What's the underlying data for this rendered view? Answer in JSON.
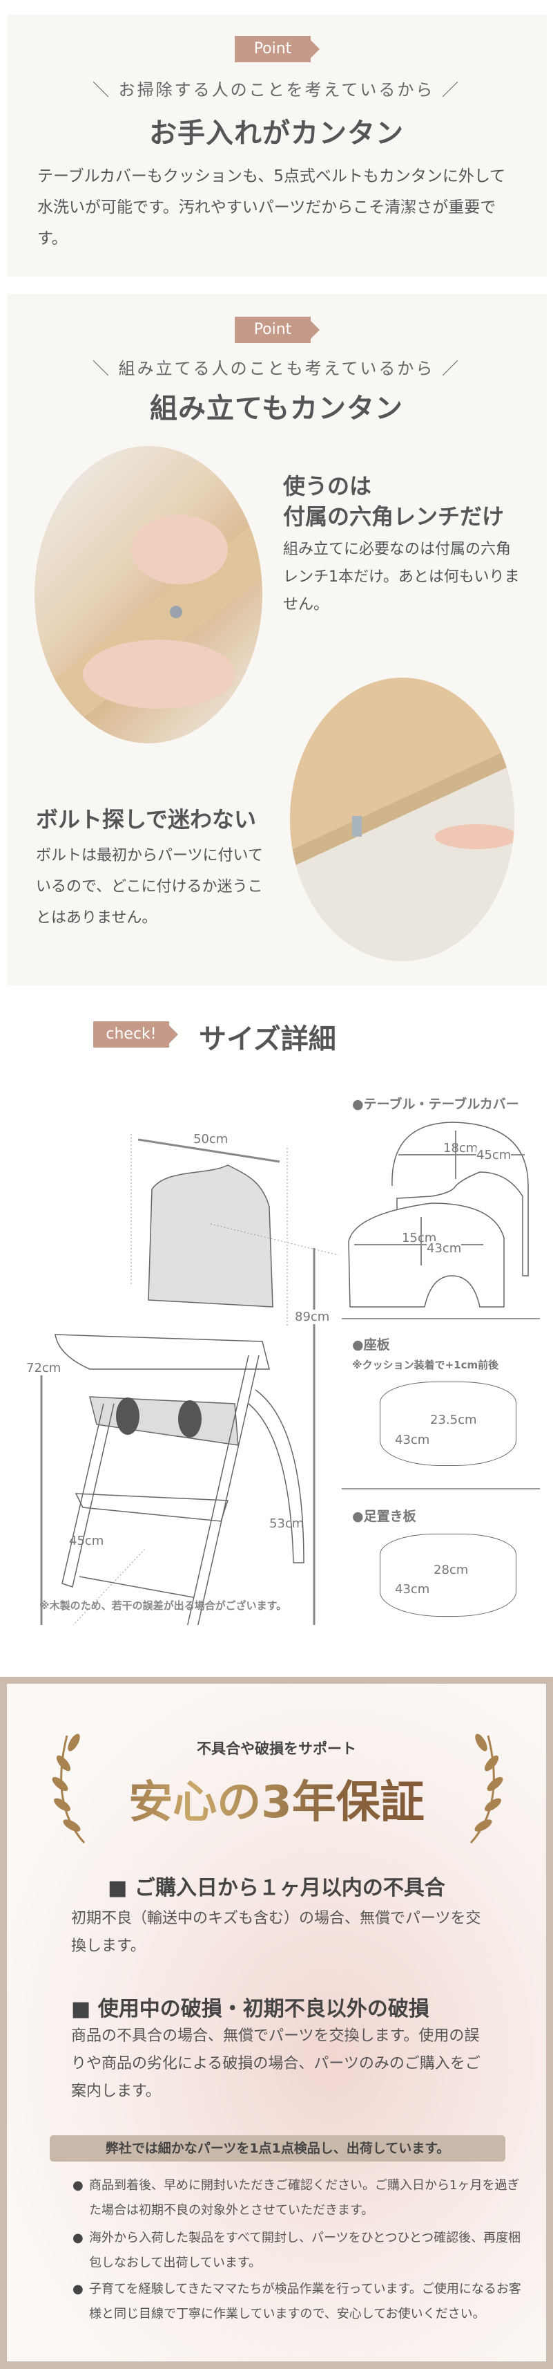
{
  "section_cleaning": {
    "badge": "Point",
    "subtitle": "＼ お掃除する人のことを考えているから ／",
    "title": "お手入れがカンタン",
    "body": "テーブルカバーもクッションも、5点式ベルトもカンタンに外して水洗いが可能です。汚れやすいパーツだからこそ清潔さが重要です。"
  },
  "section_assembly": {
    "badge": "Point",
    "subtitle": "＼ 組み立てる人のことも考えているから ／",
    "title": "組み立てもカンタン",
    "feature1": {
      "heading_line1": "使うのは",
      "heading_line2": "付属の六角レンチだけ",
      "body": "組み立てに必要なのは付属の六角レンチ1本だけ。あとは何もいりません。"
    },
    "feature2": {
      "heading": "ボルト探しで迷わない",
      "body": "ボルトは最初からパーツに付いているので、どこに付けるか迷うことはありません。"
    }
  },
  "size": {
    "badge": "check!",
    "title": "サイズ詳細",
    "chair": {
      "width": "50cm",
      "seat_height": "72cm",
      "height": "89cm",
      "depth_left": "45cm",
      "depth_right": "53cm"
    },
    "table": {
      "heading": "●テーブル・テーブルカバー",
      "cover_depth": "18cm",
      "cover_width": "45cm",
      "table_depth": "15cm",
      "table_width": "43cm"
    },
    "seat": {
      "heading": "●座板",
      "note": "※クッション装着で+1cm前後",
      "depth": "23.5cm",
      "width": "43cm"
    },
    "footrest": {
      "heading": "●足置き板",
      "depth": "28cm",
      "width": "43cm"
    },
    "footnote": "※木製のため、若干の誤差が出る場合がございます。"
  },
  "warranty": {
    "kicker": "不具合や破損をサポート",
    "title": "安心の3年保証",
    "item1": {
      "heading": "■ ご購入日から１ヶ月以内の不具合",
      "body": "初期不良（輸送中のキズも含む）の場合、無償でパーツを交換します。"
    },
    "item2": {
      "heading": "■ 使用中の破損・初期不良以外の破損",
      "body": "商品の不具合の場合、無償でパーツを交換します。使用の誤りや商品の劣化による破損の場合、パーツのみのご購入をご案内します。"
    },
    "banner": "弊社では細かなパーツを1点1点検品し、出荷しています。",
    "bullets": [
      "商品到着後、早めに開封いただきご確認ください。ご購入日から1ヶ月を過ぎた場合は初期不良の対象外とさせていただきます。",
      "海外から入荷した製品をすべて開封し、パーツをひとつひとつ確認後、再度梱包しなおして出荷しています。",
      "子育てを経験してきたママたちが検品作業を行っています。ご使用になるお客様と同じ目線で丁寧に作業していますので、安心してお使いください。"
    ]
  },
  "colors": {
    "accent": "#c59a89",
    "panel": "#f8f7f4",
    "warranty_border": "#ccbcaf",
    "gold": "#a07a4a"
  }
}
